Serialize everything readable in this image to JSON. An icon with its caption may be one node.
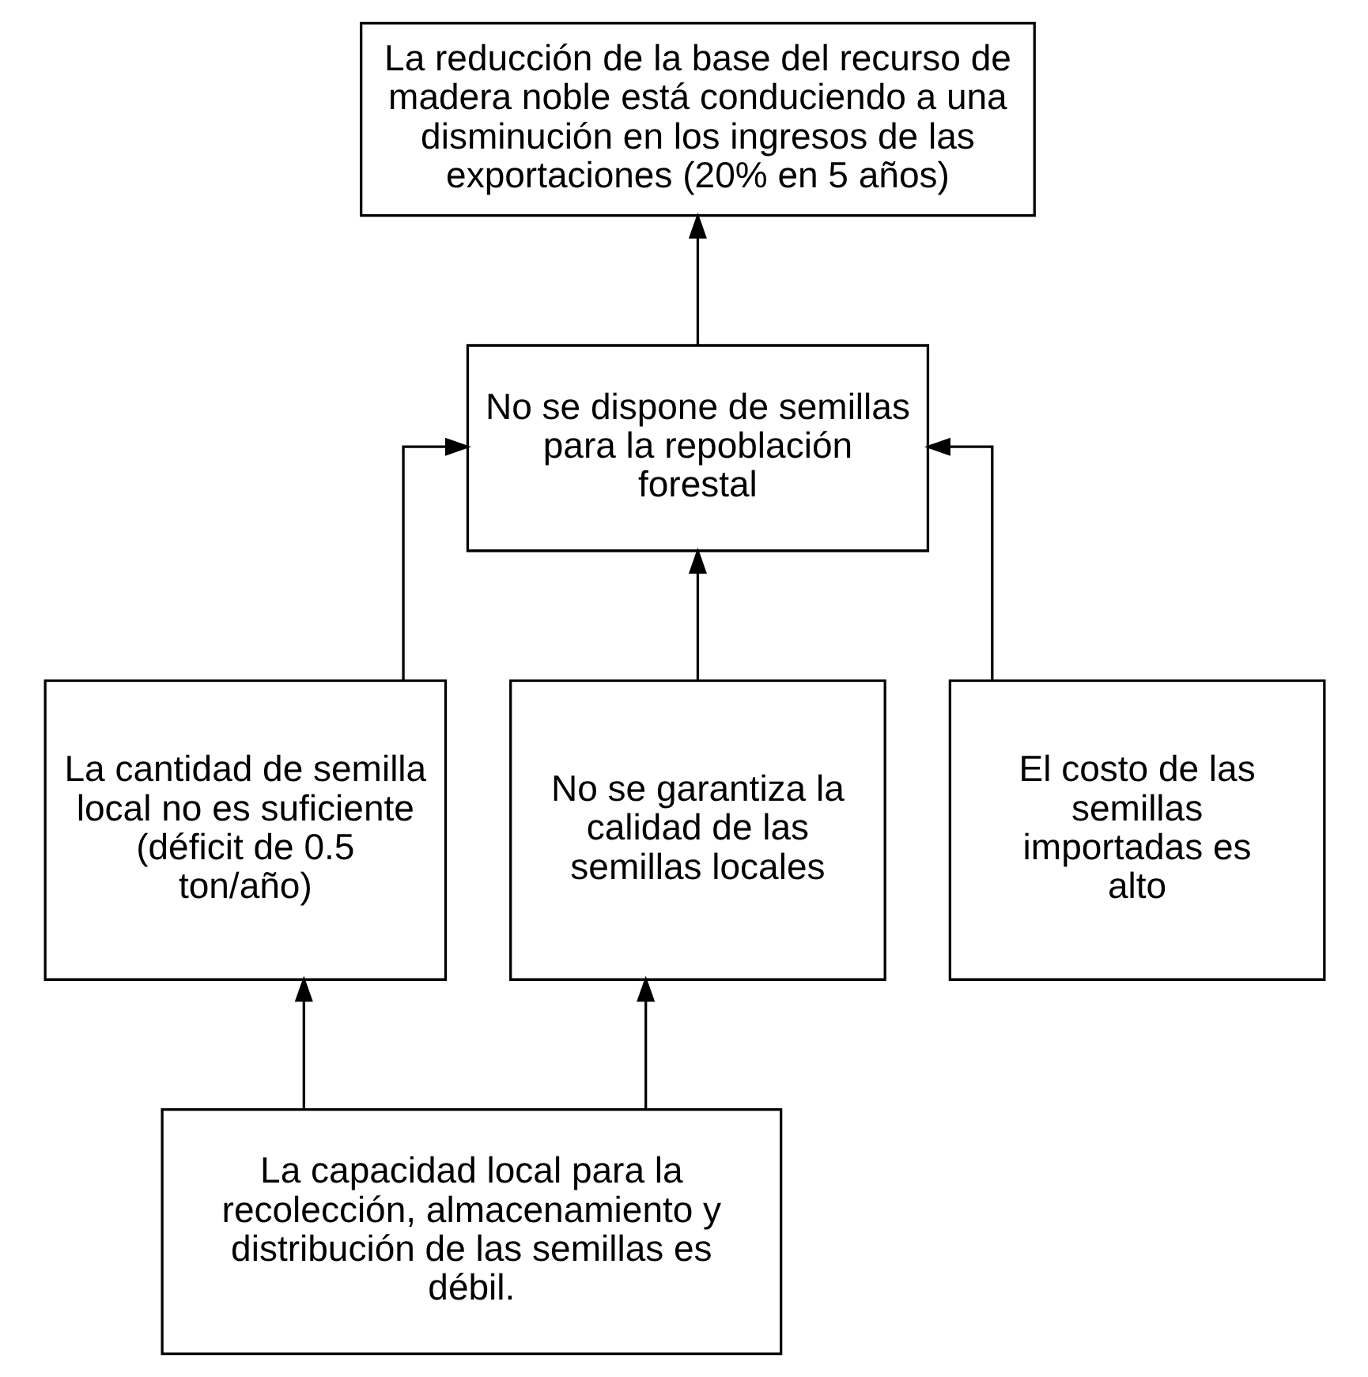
{
  "diagram": {
    "nodes": [
      {
        "text": [
          "La reducción de la base del recurso de madera noble está conduciendo a una disminución en los ingresos de las exportaciones (20% en 5 años)"
        ]
      },
      {
        "text": [
          "No se dispone de semillas para la repoblación forestal"
        ]
      },
      {
        "text": [
          "La cantidad de semilla local no es suficiente (déficit de 0.5 ton/año)"
        ]
      },
      {
        "text": [
          "No se garantiza la calidad de las semillas locales"
        ]
      },
      {
        "text": [
          "El costo de las semillas importadas es alto"
        ]
      },
      {
        "text": [
          "La capacidad local para la recolección, almacenamiento y distribución de las semillas es débil."
        ]
      }
    ],
    "edges": [
      {
        "from": 1,
        "to": 0,
        "arrow": "to"
      },
      {
        "from": 2,
        "to": 1,
        "arrow": "to"
      },
      {
        "from": 3,
        "to": 1,
        "arrow": "to"
      },
      {
        "from": 4,
        "to": 1,
        "arrow": "to"
      },
      {
        "from": 5,
        "to": 2,
        "arrow": "to"
      },
      {
        "from": 5,
        "to": 3,
        "arrow": "to"
      }
    ]
  }
}
